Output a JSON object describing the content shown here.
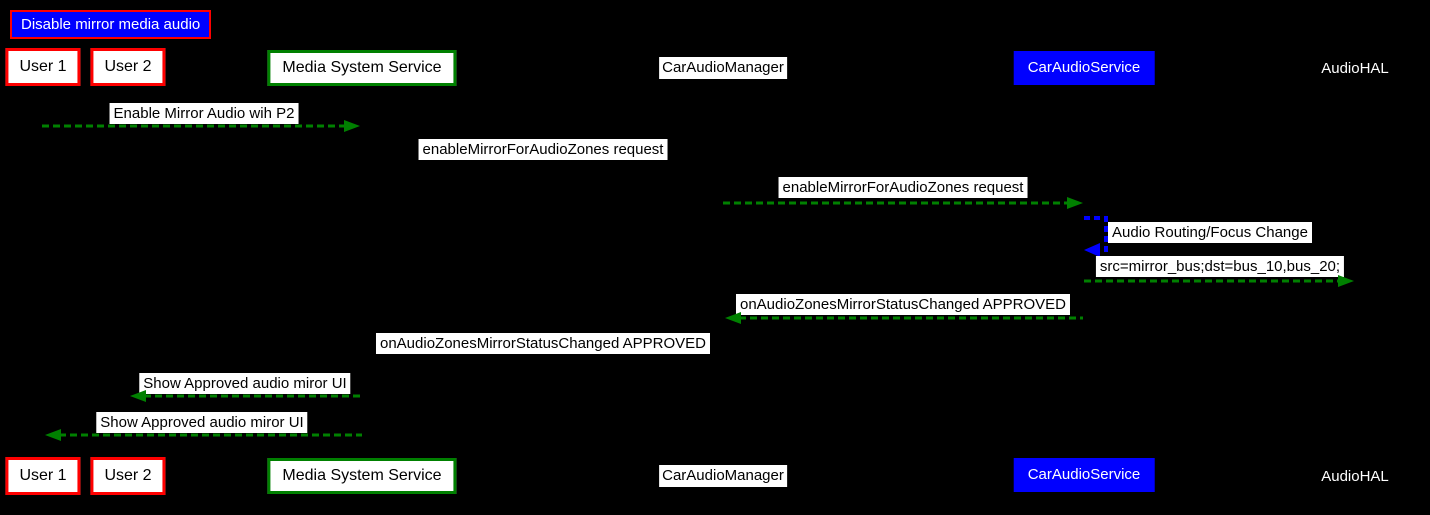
{
  "title": "Disable mirror media audio",
  "participants": [
    {
      "id": "user-1",
      "label": "User 1",
      "style": "actor-red-border"
    },
    {
      "id": "user-2",
      "label": "User 2",
      "style": "actor-red-border"
    },
    {
      "id": "media-system-service",
      "label": "Media System Service",
      "style": "green-border"
    },
    {
      "id": "car-audio-manager",
      "label": "CarAudioManager",
      "style": "white-plain"
    },
    {
      "id": "car-audio-service",
      "label": "CarAudioService",
      "style": "blue-filled"
    },
    {
      "id": "audio-hal",
      "label": "AudioHAL",
      "style": "bare-text"
    }
  ],
  "messages": [
    {
      "label": "Enable Mirror Audio wih P2",
      "from": "User 1",
      "to": "Media System Service",
      "arrow": "green-dashed-right"
    },
    {
      "label": "enableMirrorForAudioZones request",
      "from": "Media System Service",
      "to": "CarAudioManager",
      "arrow": "none-visible"
    },
    {
      "label": "enableMirrorForAudioZones request",
      "from": "CarAudioManager",
      "to": "CarAudioService",
      "arrow": "green-dashed-right"
    },
    {
      "label": "Audio Routing/Focus Change",
      "from": "CarAudioService",
      "to": "CarAudioService",
      "arrow": "blue-dashed-self"
    },
    {
      "label": "src=mirror_bus;dst=bus_10,bus_20;",
      "from": "CarAudioService",
      "to": "AudioHAL",
      "arrow": "green-dashed-right"
    },
    {
      "label": "onAudioZonesMirrorStatusChanged APPROVED",
      "from": "CarAudioService",
      "to": "CarAudioManager",
      "arrow": "green-dashed-left"
    },
    {
      "label": "onAudioZonesMirrorStatusChanged APPROVED",
      "from": "CarAudioManager",
      "to": "Media System Service",
      "arrow": "none-visible"
    },
    {
      "label": "Show Approved audio miror UI",
      "from": "Media System Service",
      "to": "User 2",
      "arrow": "green-dashed-left"
    },
    {
      "label": "Show Approved audio miror UI",
      "from": "Media System Service",
      "to": "User 1",
      "arrow": "green-dashed-left"
    }
  ],
  "colors": {
    "background": "#000000",
    "arrow_green": "#008000",
    "arrow_blue": "#0000ff",
    "title_bg": "#0000ff",
    "title_border": "#ff0000",
    "actor_border": "#ff0000",
    "service_border": "#008000",
    "label_bg": "#ffffff",
    "label_text": "#000000"
  }
}
